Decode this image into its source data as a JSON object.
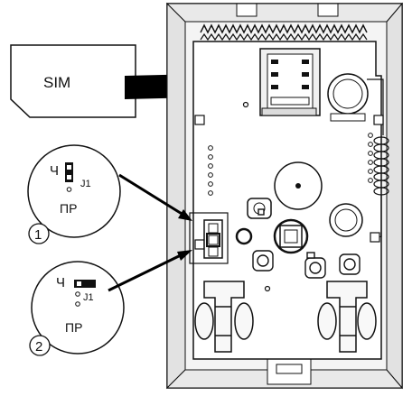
{
  "sim_card": {
    "label": "SIM"
  },
  "jumper_position_1": {
    "top_label": "Ч",
    "jumper_label": "J1",
    "bottom_label": "ПР",
    "number": "1"
  },
  "jumper_position_2": {
    "top_label": "Ч",
    "jumper_label": "J1",
    "bottom_label": "ПР",
    "number": "2"
  },
  "colors": {
    "line": "#111111",
    "housing": "#f4f4f4",
    "board": "#ffffff",
    "arrow": "#000000"
  }
}
